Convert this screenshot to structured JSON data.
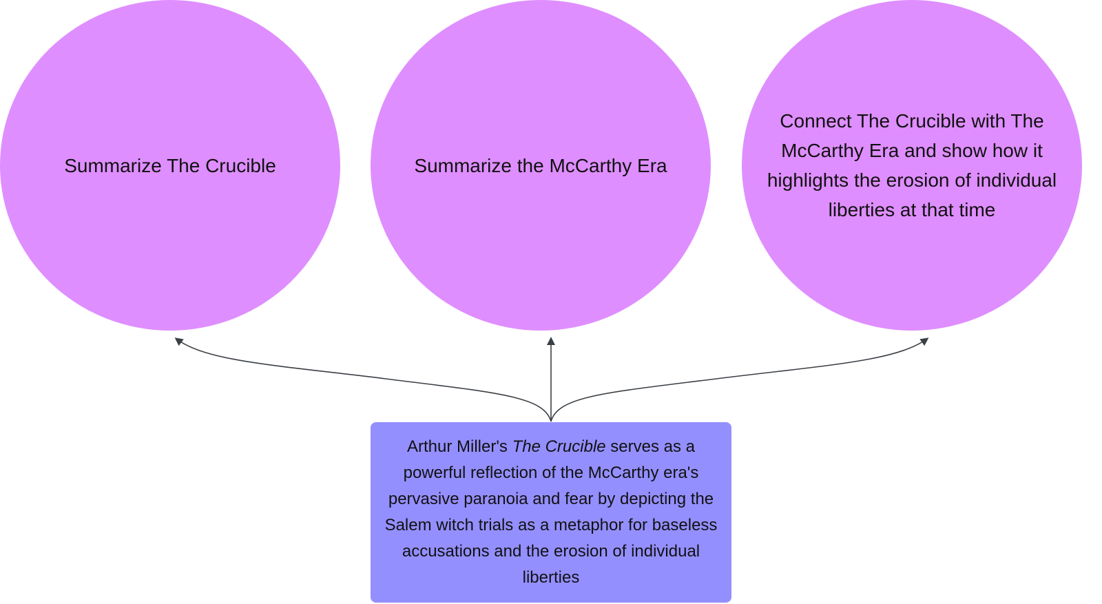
{
  "colors": {
    "circle_fill": "#df8eff",
    "box_fill": "#948fff",
    "connector": "#3a3f44"
  },
  "nodes": [
    {
      "text": "Summarize The Crucible"
    },
    {
      "text": "Summarize the McCarthy Era"
    },
    {
      "text": "Connect The Crucible with The McCarthy Era and show how it highlights the erosion of individual liberties at that time"
    }
  ],
  "thesis": {
    "prefix": "Arthur Miller's ",
    "title_italic": "The Crucible",
    "suffix": " serves as a powerful reflection of the McCarthy era's pervasive paranoia and fear by depicting the Salem witch trials as a metaphor for baseless accusations and the erosion of individual liberties"
  }
}
